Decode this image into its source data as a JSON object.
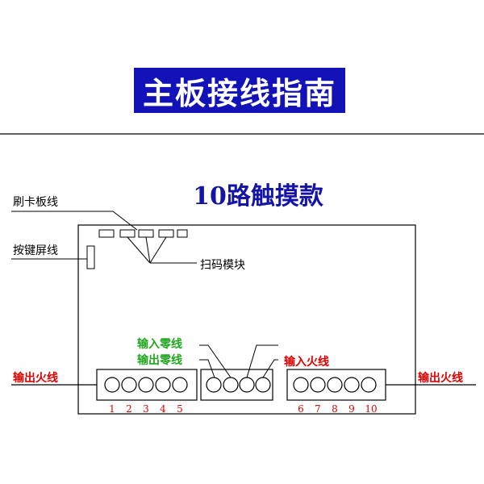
{
  "title": "主板接线指南",
  "subtitle": "10路触摸款",
  "labels": {
    "card_board_line": "刷卡板线",
    "key_screen_line": "按键屏线",
    "scan_module": "扫码模块",
    "input_neutral": "输入零线",
    "output_neutral": "输出零线",
    "input_live": "输入火线",
    "output_live_left": "输出火线",
    "output_live_right": "输出火线"
  },
  "terminals_left": [
    "1",
    "2",
    "3",
    "4",
    "5"
  ],
  "terminals_right": [
    "6",
    "7",
    "8",
    "9",
    "10"
  ],
  "colors": {
    "banner": "#1212b8",
    "subtitle": "#1414a8",
    "red_label": "#e00000",
    "green_label": "#1fa81f"
  }
}
